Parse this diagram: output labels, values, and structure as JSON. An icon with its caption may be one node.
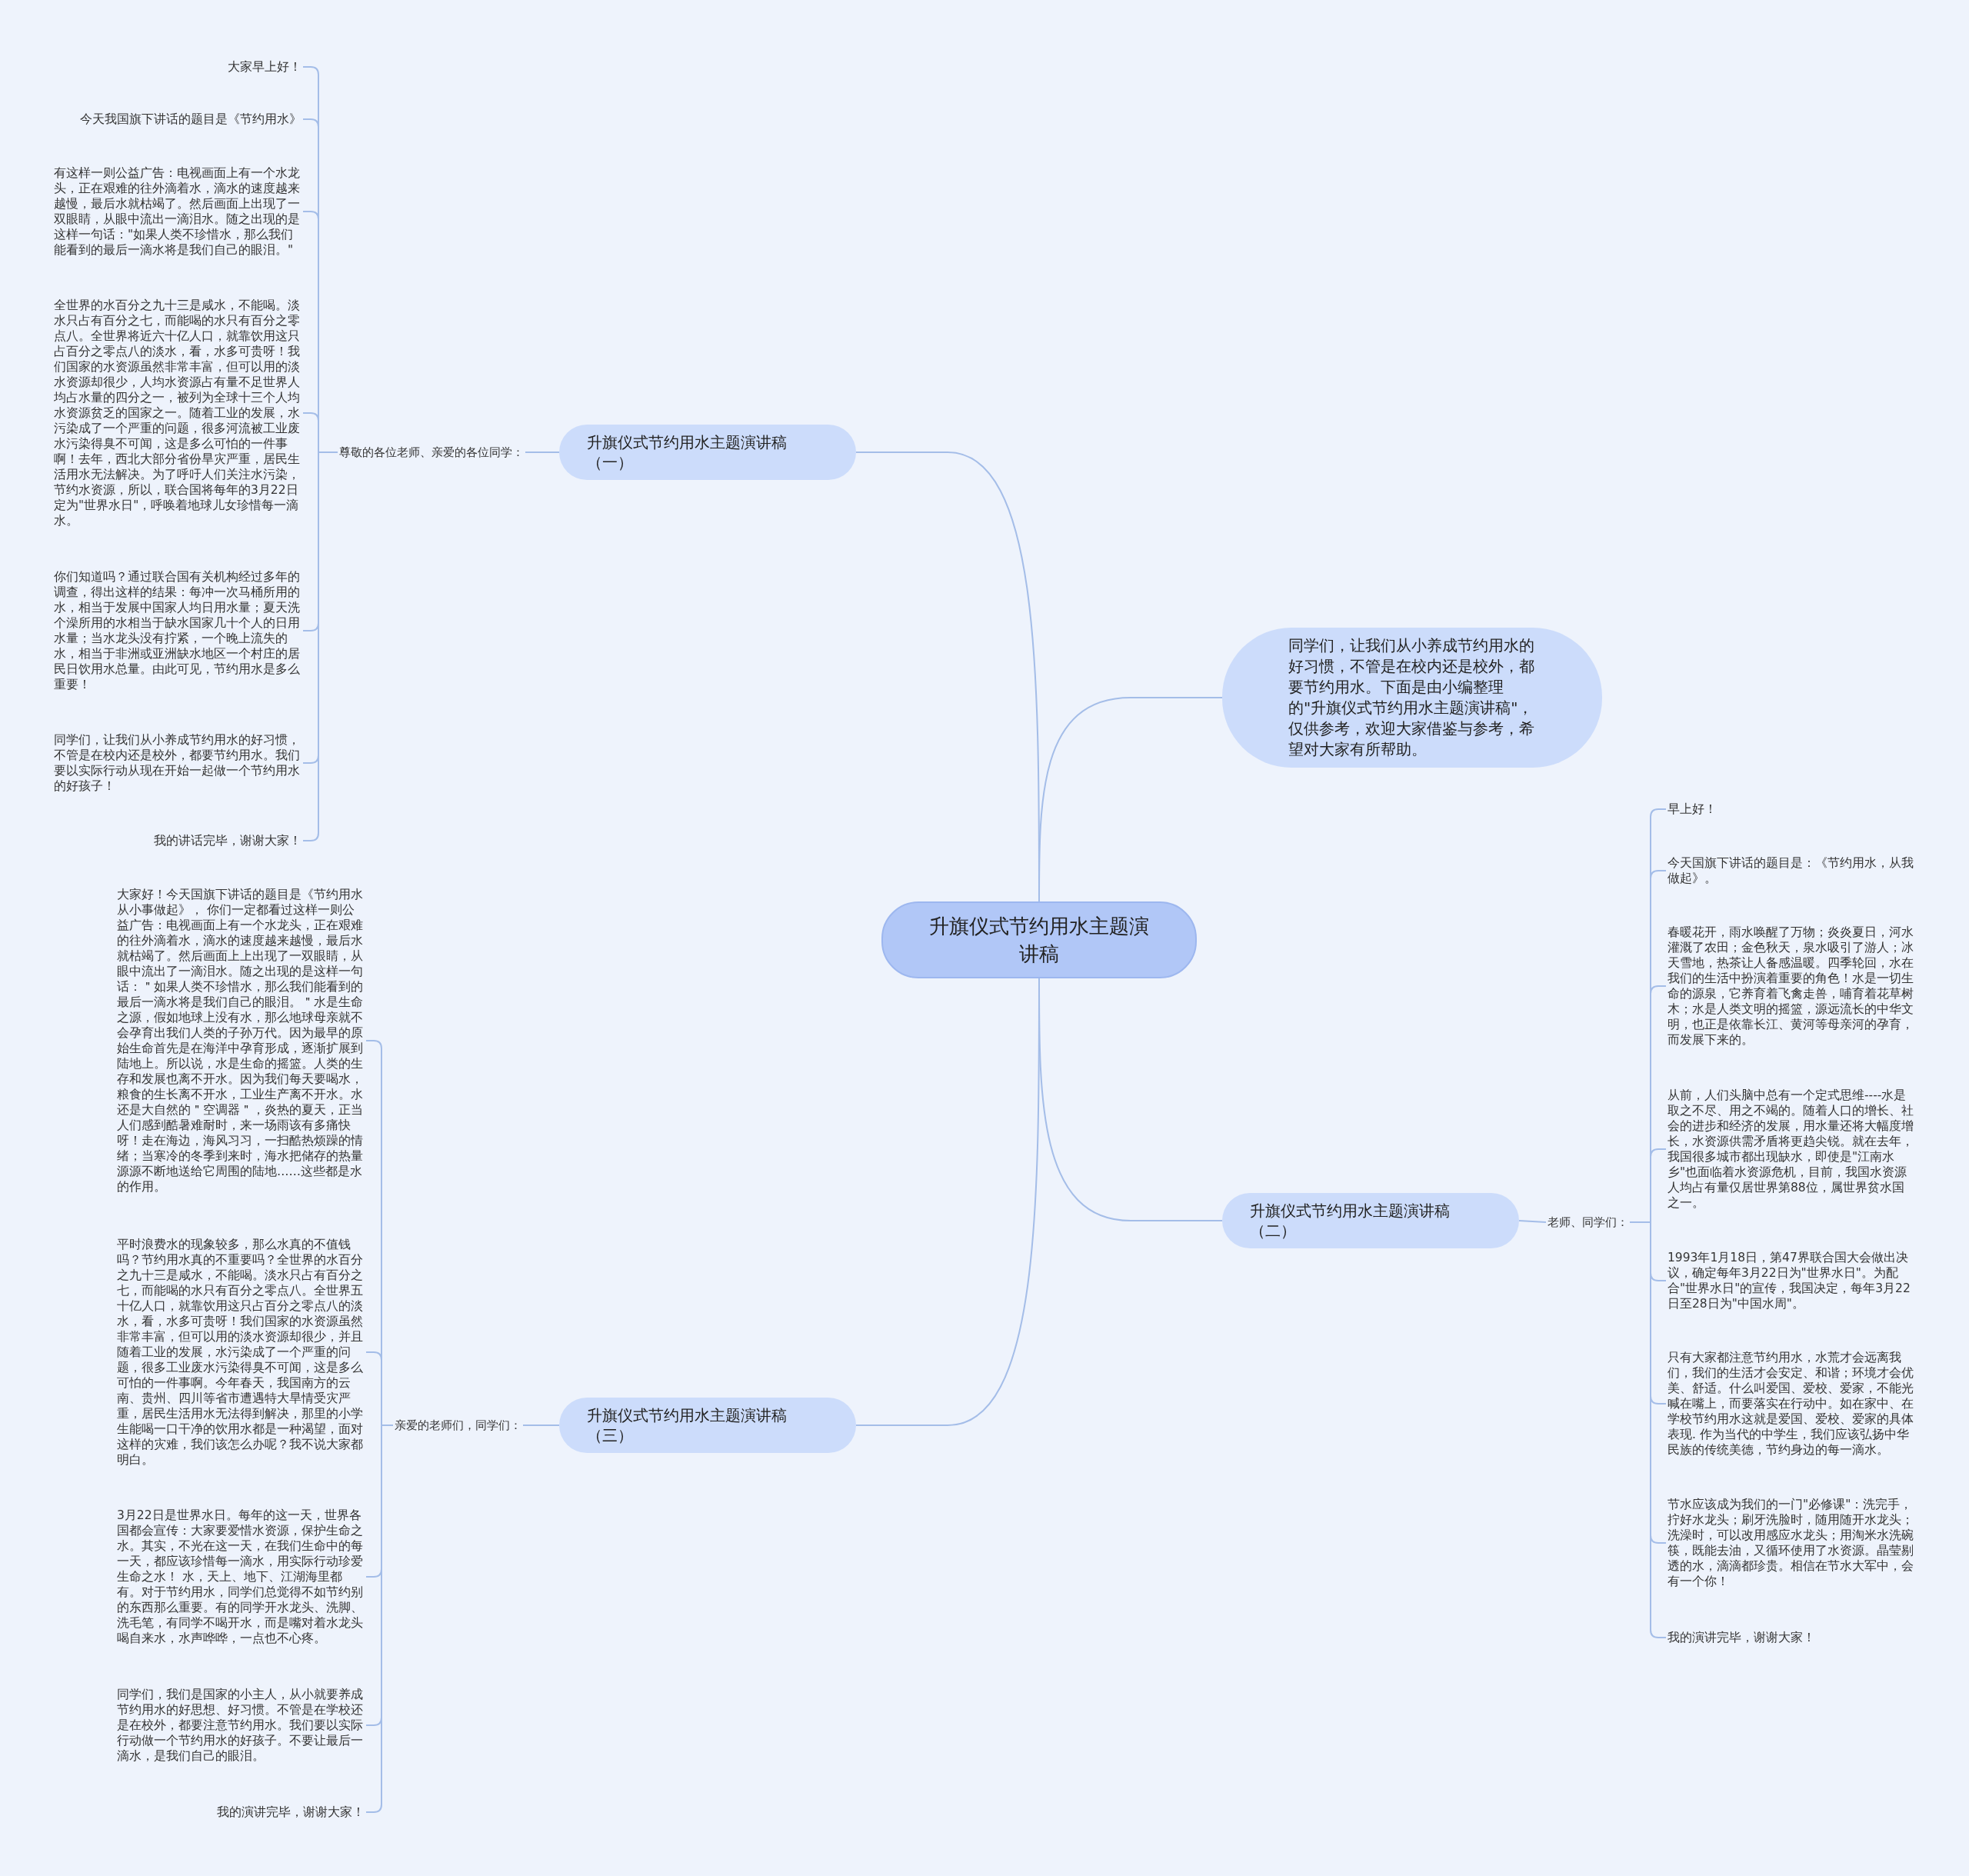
{
  "diagram": {
    "nodes": [
      {
        "text": [
          "升旗仪式节约用水主题演讲稿"
        ]
      },
      {
        "text": [
          "升旗仪式节约用水主题演讲稿（一）"
        ]
      },
      {
        "text": [
          "尊敬的各位老师、亲爱的各位同学："
        ]
      },
      {
        "text": [
          "大家早上好！"
        ]
      },
      {
        "text": [
          "今天我国旗下讲话的题目是《节约用水》"
        ]
      },
      {
        "text": [
          "有这样一则公益广告：电视画面上有一个水龙头，正在艰难的往外滴着水，滴水的速度越来越慢，最后水就枯竭了。然后画面上出现了一双眼睛，从眼中流出一滴泪水。随之出现的是这样一句话：\"如果人类不珍惜水，那么我们能看到的最后一滴水将是我们自己的眼泪。\""
        ]
      },
      {
        "text": [
          "全世界的水百分之九十三是咸水，不能喝。淡水只占有百分之七，而能喝的水只有百分之零点八。全世界将近六十亿人口，就靠饮用这只占百分之零点八的淡水，看，水多可贵呀！我们国家的水资源虽然非常丰富，但可以用的淡水资源却很少，人均水资源占有量不足世界人均占水量的四分之一，被列为全球十三个人均水资源贫乏的国家之一。随着工业的发展，水污染成了一个严重的问题，很多河流被工业废水污染得臭不可闻，这是多么可怕的一件事啊！去年，西北大部分省份旱灾严重，居民生活用水无法解决。为了呼吁人们关注水污染，节约水资源，所以，联合国将每年的3月22日定为\"世界水日\"，呼唤着地球儿女珍惜每一滴水。"
        ]
      },
      {
        "text": [
          "你们知道吗？通过联合国有关机构经过多年的调查，得出这样的结果：每冲一次马桶所用的水，相当于发展中国家人均日用水量；夏天洗个澡所用的水相当于缺水国家几十个人的日用水量；当水龙头没有拧紧，一个晚上流失的水，相当于非洲或亚洲缺水地区一个村庄的居民日饮用水总量。由此可见，节约用水是多么重要！"
        ]
      },
      {
        "text": [
          "同学们，让我们从小养成节约用水的好习惯，不管是在校内还是校外，都要节约用水。我们要以实际行动从现在开始一起做一个节约用水的好孩子！"
        ]
      },
      {
        "text": [
          "我的讲话完毕，谢谢大家！"
        ]
      },
      {
        "text": [
          "同学们，让我们从小养成节约用水的好习惯，不管是在校内还是校外，都要节约用水。下面是由小编整理的\"升旗仪式节约用水主题演讲稿\"，仅供参考，欢迎大家借鉴与参考，希望对大家有所帮助。"
        ]
      },
      {
        "text": [
          "升旗仪式节约用水主题演讲稿（二）"
        ]
      },
      {
        "text": [
          "老师、同学们："
        ]
      },
      {
        "text": [
          "早上好！"
        ]
      },
      {
        "text": [
          "今天国旗下讲话的题目是：《节约用水，从我做起》。"
        ]
      },
      {
        "text": [
          "春暖花开，雨水唤醒了万物；炎炎夏日，河水灌溉了农田；金色秋天，泉水吸引了游人；冰天雪地，热茶让人备感温暖。四季轮回，水在我们的生活中扮演着重要的角色！水是一切生命的源泉，它养育着飞禽走兽，哺育着花草树木；水是人类文明的摇篮，源远流长的中华文明，也正是依靠长江、黄河等母亲河的孕育，而发展下来的。"
        ]
      },
      {
        "text": [
          "从前，人们头脑中总有一个定式思维----水是取之不尽、用之不竭的。随着人口的增长、社会的进步和经济的发展，用水量还将大幅度增长，水资源供需矛盾将更趋尖锐。就在去年，我国很多城市都出现缺水，即使是\"江南水乡\"也面临着水资源危机，目前，我国水资源人均占有量仅居世界第88位，属世界贫水国之一。"
        ]
      },
      {
        "text": [
          "1993年1月18日，第47界联合国大会做出决议，确定每年3月22日为\"世界水日\"。为配合\"世界水日\"的宣传，我国决定，每年3月22日至28日为\"中国水周\"。"
        ]
      },
      {
        "text": [
          "只有大家都注意节约用水，水荒才会远离我们，我们的生活才会安定、和谐；环境才会优美、舒适。什么叫爱国、爱校、爱家，不能光喊在嘴上，而要落实在行动中。如在家中、在学校节约用水这就是爱国、爱校、爱家的具体表现. 作为当代的中学生，我们应该弘扬中华民族的传统美德，节约身边的每一滴水。"
        ]
      },
      {
        "text": [
          "节水应该成为我们的一门\"必修课\"：洗完手，拧好水龙头；刷牙洗脸时，随用随开水龙头；洗澡时，可以改用感应水龙头；用淘米水洗碗筷，既能去油，又循环使用了水资源。晶莹剔透的水，滴滴都珍贵。相信在节水大军中，会有一个你！"
        ]
      },
      {
        "text": [
          "我的演讲完毕，谢谢大家！"
        ]
      },
      {
        "text": [
          "升旗仪式节约用水主题演讲稿（三）"
        ]
      },
      {
        "text": [
          "亲爱的老师们，同学们："
        ]
      },
      {
        "text": [
          "大家好！今天国旗下讲话的题目是《节约用水从小事做起》， 你们一定都看过这样一则公益广告：电视画面上有一个水龙头，正在艰难的往外滴着水，滴水的速度越来越慢，最后水就枯竭了。然后画面上上出现了一双眼睛，从眼中流出了一滴泪水。随之出现的是这样一句话：＂如果人类不珍惜水，那么我们能看到的最后一滴水将是我们自己的眼泪。＂水是生命之源，假如地球上没有水，那么地球母亲就不会孕育出我们人类的子孙万代。因为最早的原始生命首先是在海洋中孕育形成，逐渐扩展到陆地上。所以说，水是生命的摇篮。人类的生存和发展也离不开水。因为我们每天要喝水，粮食的生长离不开水，工业生产离不开水。水还是大自然的＂空调器＂，炎热的夏天，正当人们感到酷暑难耐时，来一场雨该有多痛快呀！走在海边，海风习习，一扫酷热烦躁的情绪；当寒冷的冬季到来时，海水把储存的热量源源不断地送给它周围的陆地……这些都是水的作用。"
        ]
      },
      {
        "text": [
          "平时浪费水的现象较多，那么水真的不值钱吗？节约用水真的不重要吗？全世界的水百分之九十三是咸水，不能喝。淡水只占有百分之七，而能喝的水只有百分之零点八。全世界五十亿人口，就靠饮用这只占百分之零点八的淡水，看，水多可贵呀！我们国家的水资源虽然非常丰富，但可以用的淡水资源却很少，并且随着工业的发展，水污染成了一个严重的问题，很多工业废水污染得臭不可闻，这是多么可怕的一件事啊。今年春天，我国南方的云南、贵州、四川等省市遭遇特大旱情受灾严重，居民生活用水无法得到解决，那里的小学生能喝一口干净的饮用水都是一种渴望，面对这样的灾难，我们该怎么办呢？我不说大家都明白。"
        ]
      },
      {
        "text": [
          "3月22日是世界水日。每年的这一天，世界各国都会宣传：大家要爱惜水资源，保护生命之水。其实，不光在这一天，在我们生命中的每一天，都应该珍惜每一滴水，用实际行动珍爱生命之水！ 水，天上、地下、江湖海里都有。对于节约用水，同学们总觉得不如节约别的东西那么重要。有的同学开水龙头、洗脚、洗毛笔，有同学不喝开水，而是嘴对着水龙头喝自来水，水声哗哗，一点也不心疼。"
        ]
      },
      {
        "text": [
          "同学们，我们是国家的小主人，从小就要养成节约用水的好思想、好习惯。不管是在学校还是在校外，都要注意节约用水。我们要以实际行动做一个节约用水的好孩子。不要让最后一滴水，是我们自己的眼泪。"
        ]
      },
      {
        "text": [
          "我的演讲完毕，谢谢大家！"
        ]
      }
    ],
    "edges": [
      {
        "from": 0,
        "to": 1,
        "arrow": "none"
      },
      {
        "from": 1,
        "to": 2,
        "arrow": "none"
      },
      {
        "from": 2,
        "to": 3,
        "arrow": "none"
      },
      {
        "from": 2,
        "to": 4,
        "arrow": "none"
      },
      {
        "from": 2,
        "to": 5,
        "arrow": "none"
      },
      {
        "from": 2,
        "to": 6,
        "arrow": "none"
      },
      {
        "from": 2,
        "to": 7,
        "arrow": "none"
      },
      {
        "from": 2,
        "to": 8,
        "arrow": "none"
      },
      {
        "from": 2,
        "to": 9,
        "arrow": "none"
      },
      {
        "from": 0,
        "to": 10,
        "arrow": "none"
      },
      {
        "from": 0,
        "to": 11,
        "arrow": "none"
      },
      {
        "from": 11,
        "to": 12,
        "arrow": "none"
      },
      {
        "from": 12,
        "to": 13,
        "arrow": "none"
      },
      {
        "from": 12,
        "to": 14,
        "arrow": "none"
      },
      {
        "from": 12,
        "to": 15,
        "arrow": "none"
      },
      {
        "from": 12,
        "to": 16,
        "arrow": "none"
      },
      {
        "from": 12,
        "to": 17,
        "arrow": "none"
      },
      {
        "from": 12,
        "to": 18,
        "arrow": "none"
      },
      {
        "from": 12,
        "to": 19,
        "arrow": "none"
      },
      {
        "from": 12,
        "to": 20,
        "arrow": "none"
      },
      {
        "from": 0,
        "to": 21,
        "arrow": "none"
      },
      {
        "from": 21,
        "to": 22,
        "arrow": "none"
      },
      {
        "from": 22,
        "to": 23,
        "arrow": "none"
      },
      {
        "from": 22,
        "to": 24,
        "arrow": "none"
      },
      {
        "from": 22,
        "to": 25,
        "arrow": "none"
      },
      {
        "from": 22,
        "to": 26,
        "arrow": "none"
      },
      {
        "from": 22,
        "to": 27,
        "arrow": "none"
      }
    ]
  }
}
